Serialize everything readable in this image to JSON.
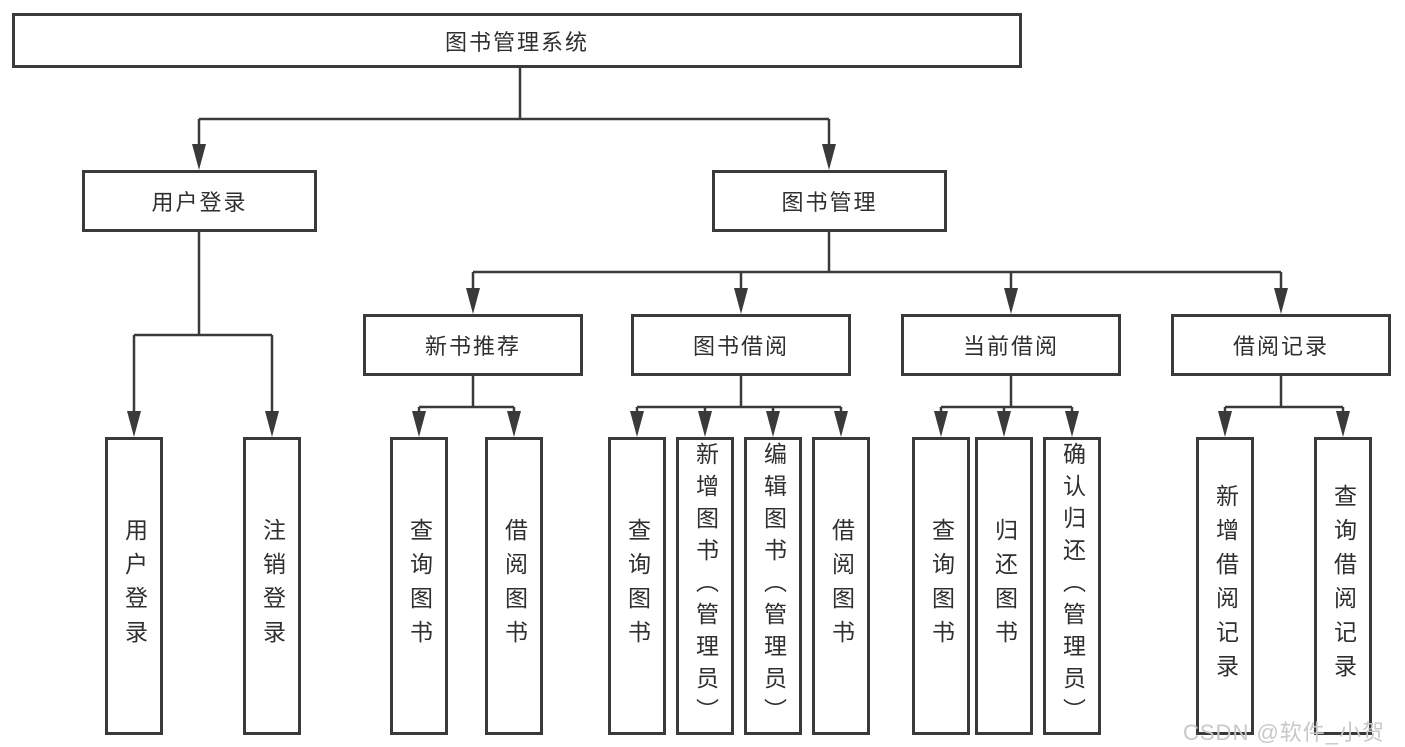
{
  "diagram": {
    "root": {
      "label": "图书管理系统"
    },
    "branches": [
      {
        "label": "用户登录",
        "children": [
          {
            "label": "用户登录"
          },
          {
            "label": "注销登录"
          }
        ]
      },
      {
        "label": "图书管理",
        "children": [
          {
            "label": "新书推荐",
            "children": [
              {
                "label": "查询图书"
              },
              {
                "label": "借阅图书"
              }
            ]
          },
          {
            "label": "图书借阅",
            "children": [
              {
                "label": "查询图书"
              },
              {
                "label": "新增图书（管理员）"
              },
              {
                "label": "编辑图书（管理员）"
              },
              {
                "label": "借阅图书"
              }
            ]
          },
          {
            "label": "当前借阅",
            "children": [
              {
                "label": "查询图书"
              },
              {
                "label": "归还图书"
              },
              {
                "label": "确认归还（管理员）"
              }
            ]
          },
          {
            "label": "借阅记录",
            "children": [
              {
                "label": "新增借阅记录"
              },
              {
                "label": "查询借阅记录"
              }
            ]
          }
        ]
      }
    ]
  },
  "watermark": {
    "text": "CSDN @软件_小贺同学"
  },
  "colors": {
    "border": "#3a3a3a",
    "text": "#2f2f2f",
    "line": "#3a3a3a",
    "watermark": "#c8c8c8",
    "background": "#ffffff"
  }
}
